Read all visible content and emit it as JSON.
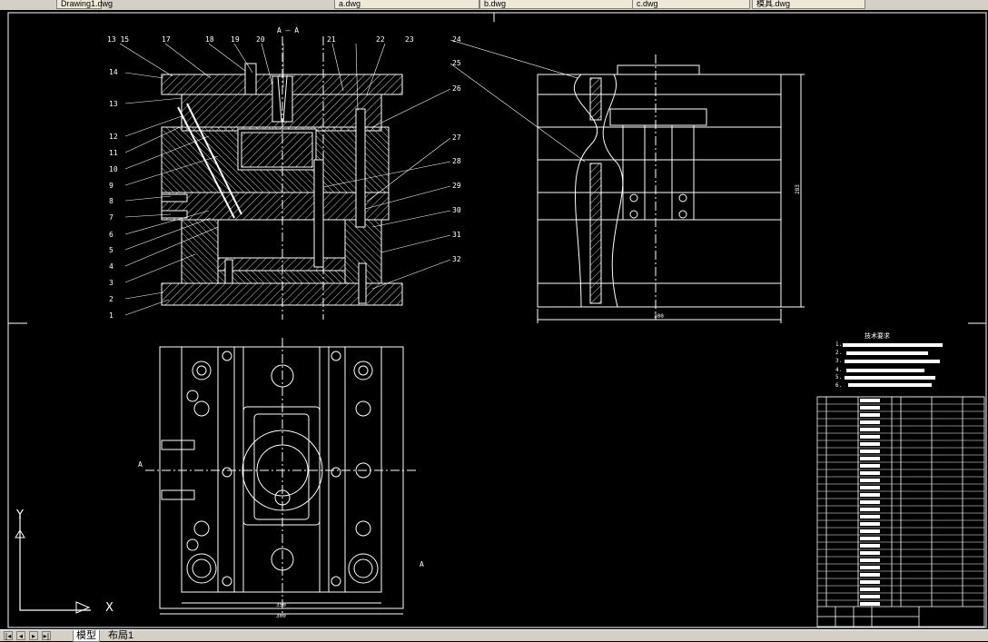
{
  "window": {
    "tabs": [
      "Drawing1.dwg",
      "a.dwg",
      "b.dwg",
      "c.dwg",
      "模具.dwg"
    ]
  },
  "drawing": {
    "section_label": "A — A",
    "callouts_left": [
      "13 15",
      "17",
      "18",
      "19",
      "20",
      "21",
      "22",
      "23",
      "24",
      "14",
      "13",
      "12",
      "11",
      "10",
      "9",
      "8",
      "7",
      "6",
      "5",
      "4",
      "3",
      "2",
      "1"
    ],
    "callouts_right": [
      "24",
      "25",
      "26",
      "27",
      "28",
      "29",
      "30",
      "31",
      "32"
    ],
    "dim_side_width": "300",
    "dim_plan_inner": "350",
    "dim_plan_outer": "300",
    "dim_side_height": "283",
    "section_marker": "A",
    "tech_req_title": "技术要求",
    "tech_req_items": [
      "1.",
      "2.",
      "3.",
      "4.",
      "5.",
      "6."
    ]
  },
  "ucs": {
    "x_label": "X",
    "y_label": "Y"
  },
  "layout_tabs": {
    "model": "模型",
    "layout1": "布局1"
  },
  "colors": {
    "background": "#000000",
    "lines": "#ffffff",
    "hatch": "#cfcfcf",
    "ui": "#d4d0c8"
  }
}
